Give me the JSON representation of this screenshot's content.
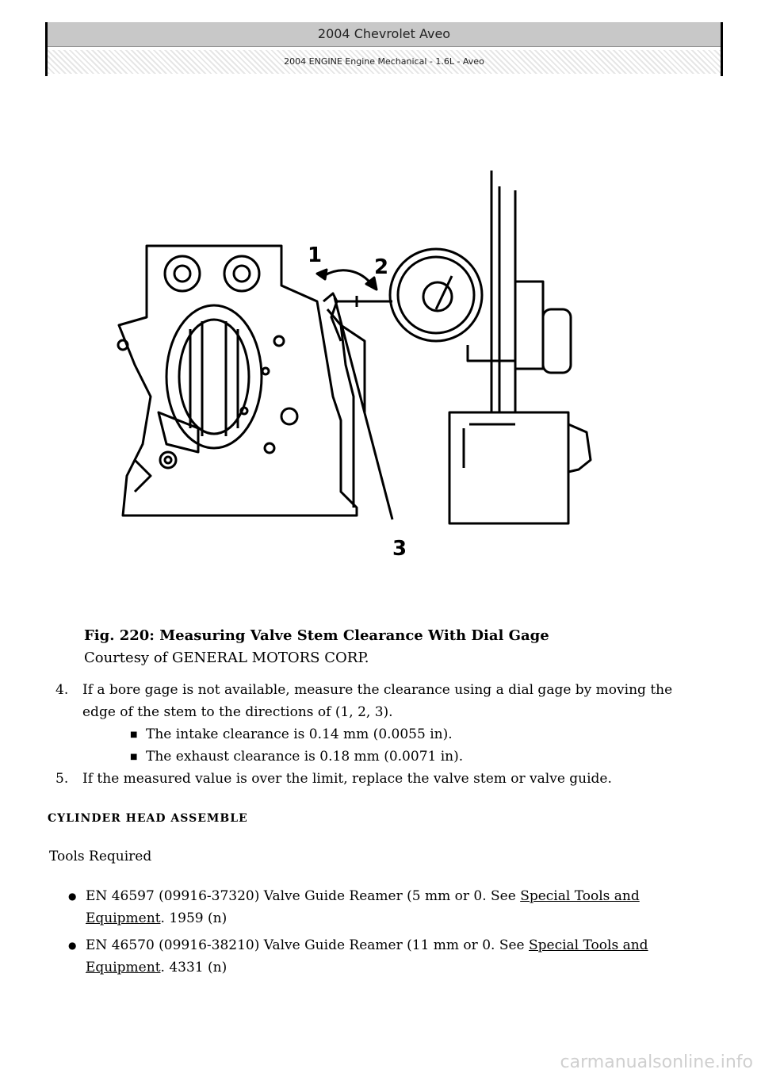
{
  "header": {
    "title": "2004 Chevrolet Aveo",
    "subtitle": "2004 ENGINE Engine Mechanical - 1.6L - Aveo"
  },
  "figure": {
    "callouts": [
      "1",
      "2",
      "3"
    ],
    "caption_title": "Fig. 220: Measuring Valve Stem Clearance With Dial Gage",
    "caption_credit": "Courtesy of GENERAL MOTORS CORP."
  },
  "steps": [
    {
      "number": "4.",
      "text": "If a bore gage is not available, measure the clearance using a dial gage by moving the edge of the stem to the directions of (1, 2, 3).",
      "bullets": [
        "The intake clearance is 0.14 mm (0.0055 in).",
        "The exhaust clearance is 0.18 mm (0.0071 in)."
      ]
    },
    {
      "number": "5.",
      "text": "If the measured value is over the limit, replace the valve stem or valve guide.",
      "bullets": []
    }
  ],
  "section": {
    "title": "CYLINDER HEAD ASSEMBLE",
    "tools_label": "Tools Required"
  },
  "tools": [
    {
      "text": "EN 46597 (09916-37320) Valve Guide Reamer (5 mm or 0. See ",
      "link": "Special Tools and Equipment",
      "suffix": ". 1959 (n)"
    },
    {
      "text": "EN 46570 (09916-38210) Valve Guide Reamer (11 mm or 0. See ",
      "link": "Special Tools and Equipment",
      "suffix": ". 4331 (n)"
    }
  ],
  "watermark": "carmanualsonline.info"
}
